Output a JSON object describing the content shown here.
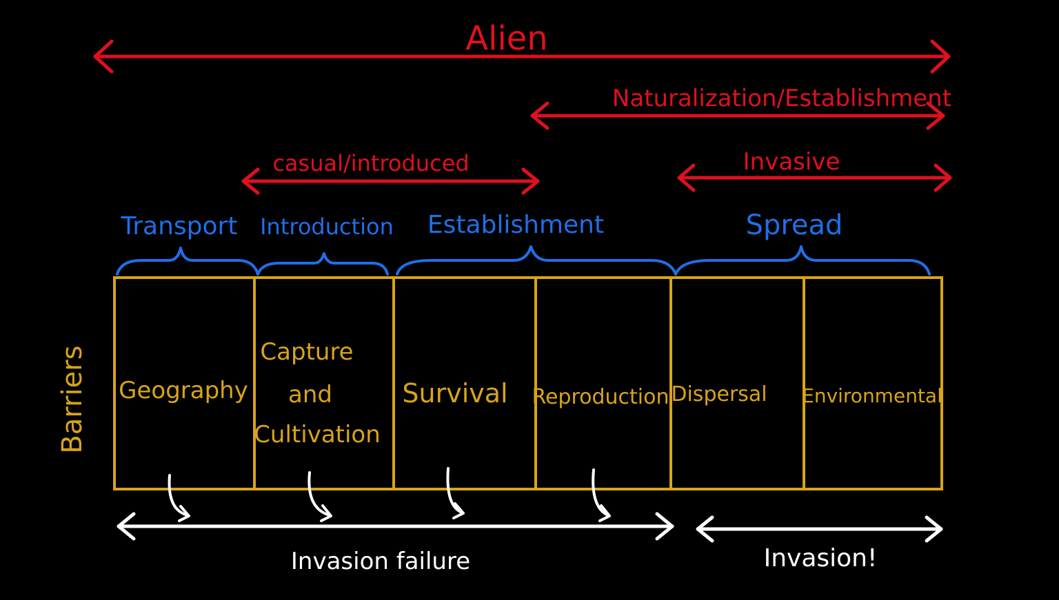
{
  "colors": {
    "background": "#000000",
    "category": "#e0101e",
    "stage": "#1f6fe8",
    "barrier": "#d8a418",
    "outcome": "#ffffff"
  },
  "categories": {
    "alien": "Alien",
    "naturalization": "Naturalization/Establishment",
    "casual": "casual/introduced",
    "invasive": "Invasive"
  },
  "stages": {
    "transport": "Transport",
    "introduction": "Introduction",
    "establishment": "Establishment",
    "spread": "Spread"
  },
  "barriers": {
    "axis_label": "Barriers",
    "geography": "Geography",
    "capture_line1": "Capture",
    "capture_line2": "and",
    "capture_line3": "Cultivation",
    "survival": "Survival",
    "reproduction": "Reproduction",
    "dispersal": "Dispersal",
    "environmental": "Environmental"
  },
  "outcomes": {
    "failure": "Invasion failure",
    "success": "Invasion!"
  }
}
